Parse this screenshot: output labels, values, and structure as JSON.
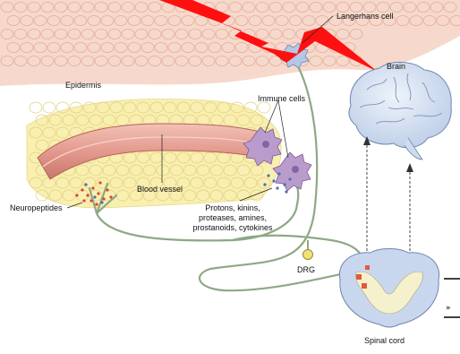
{
  "labels": {
    "langerhans": "Langerhans cell",
    "epidermis": "Epidermis",
    "brain": "Brain",
    "immune": "Immune cells",
    "blood_vessel": "Blood vessel",
    "neuropeptides": "Neuropeptides",
    "mediators": [
      "Protons, kinins,",
      "proteases, amines,",
      "prostanoids, cytokines"
    ],
    "drg": "DRG",
    "spinal_cord": "Spinal cord"
  },
  "colors": {
    "epidermis": "#f6d9cc",
    "epidermis_cell": "#e9b9a4",
    "fat": "#f8efb0",
    "vessel": "#e39a8e",
    "nerve": "#a9bf9d",
    "bolt": "#ff1010",
    "brain": "#cfdcef",
    "spinal": "#c9d7ee",
    "immune": "#b99ccc"
  }
}
